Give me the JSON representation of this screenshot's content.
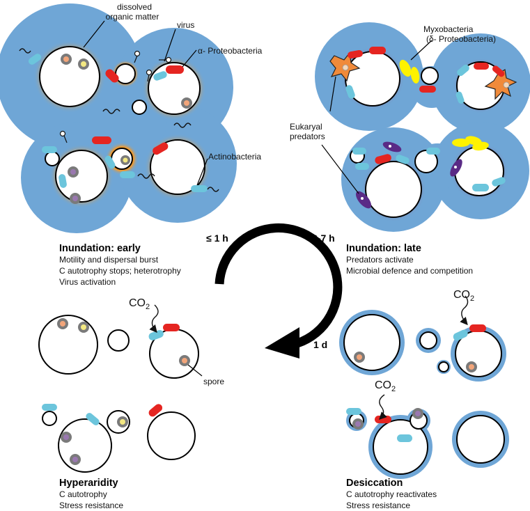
{
  "colors": {
    "water": "#6fa6d6",
    "grain_fill": "#ffffff",
    "grain_stroke": "#000000",
    "red_cell": "#e52521",
    "cyan_cell": "#6cc5dc",
    "yellow_cell": "#fff200",
    "spore_ring": "#7a7a7a",
    "spore_peach": "#f2a57a",
    "spore_yellow": "#f3e882",
    "spore_purple": "#9a78b0",
    "predator_purple": "#5a2a86",
    "amoeba_orange": "#f08a3a",
    "organic_glow": "#f39a2a"
  },
  "labels": {
    "dissolved_1": "dissolved",
    "dissolved_2": "organic matter",
    "virus": "virus",
    "alpha": "α- Proteobacteria",
    "actino": "Actinobacteria",
    "myxo_1": "Myxobacteria",
    "myxo_2": "(δ- Proteobacteria)",
    "euk_1": "Eukaryal",
    "euk_2": "predators",
    "spore": "spore",
    "co2_main": "CO",
    "co2_sub": "2"
  },
  "cycle": {
    "t1": "≤ 1 h",
    "t2": "3-7 h",
    "t3": "1 d"
  },
  "phases": {
    "inundation_early": {
      "title": "Inundation: early",
      "lines": [
        "Motility and dispersal burst",
        "C autotrophy stops; heterotrophy",
        "Virus activation"
      ]
    },
    "inundation_late": {
      "title": "Inundation: late",
      "lines": [
        "Predators activate",
        "Microbial defence and competition"
      ]
    },
    "hyperaridity": {
      "title": "Hyperaridity",
      "lines": [
        "C autotrophy",
        "Stress resistance"
      ]
    },
    "desiccation": {
      "title": "Desiccation",
      "lines": [
        "C autotrophy reactivates",
        "Stress resistance"
      ]
    }
  }
}
